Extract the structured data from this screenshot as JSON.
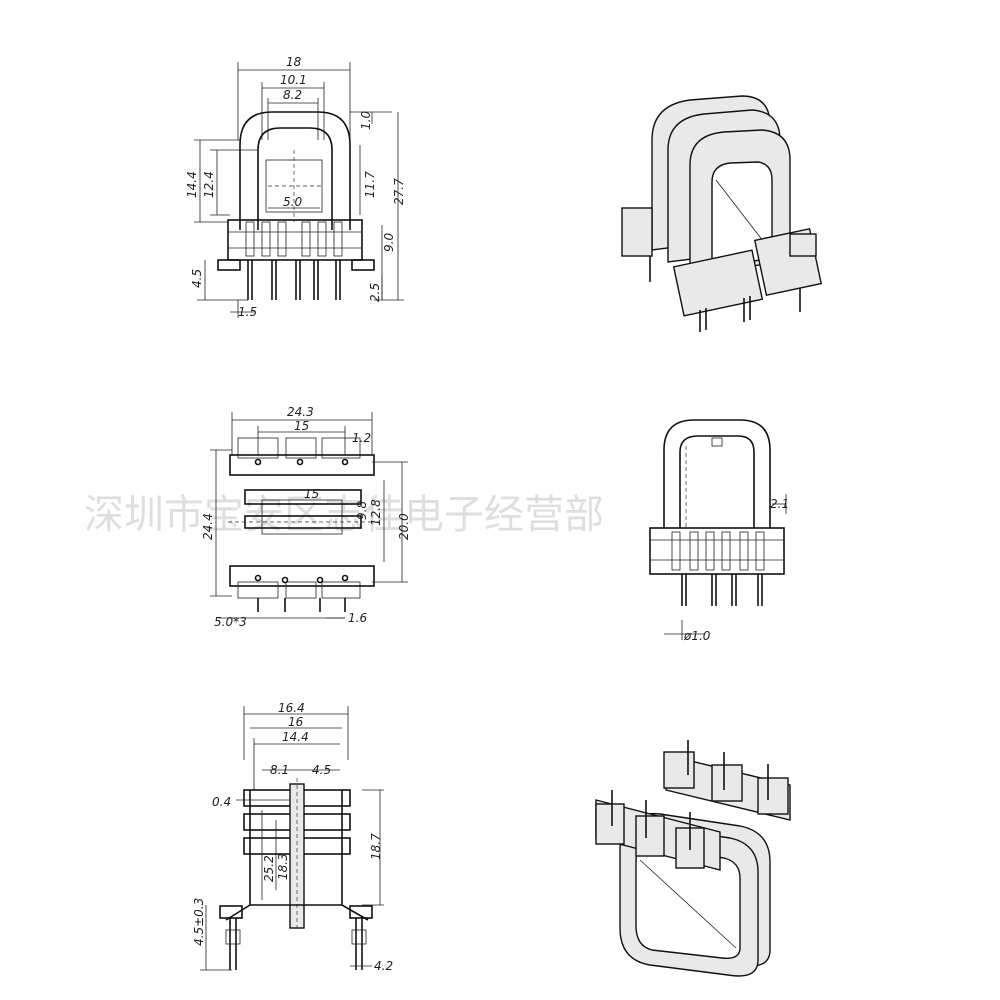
{
  "watermark": "深圳市宝安区志佳电子经营部",
  "view_front": {
    "width_18": "18",
    "width_10_1": "10.1",
    "width_8_2": "8.2",
    "top_1_0": "1.0",
    "h_14_4": "14.4",
    "h_12_4": "12.4",
    "h_11_7": "11.7",
    "h_27_7": "27.7",
    "w_5_0": "5.0",
    "h_9_0": "9.0",
    "h_4_5": "4.5",
    "h_2_5": "2.5",
    "w_1_5": "1.5"
  },
  "view_top": {
    "w_24_3": "24.3",
    "w_15": "15",
    "w_1_2": "1.2",
    "h_24_4": "24.4",
    "h_20_0": "20.0",
    "d_15": "15",
    "d_9_8": "9.8",
    "d_12_8": "12.8",
    "pitch": "5.0*3",
    "w_1_6": "1.6"
  },
  "view_side": {
    "d_2_1": "2.1",
    "phi_1_0": "ø1.0"
  },
  "view_bottom": {
    "w_16_4": "16.4",
    "w_16": "16",
    "w_14_4": "14.4",
    "w_8_1": "8.1",
    "w_4_5": "4.5",
    "t_0_4": "0.4",
    "h_18_7": "18.7",
    "h_25_2": "25.2",
    "h_18_3": "18.3",
    "h_4_5": "4.5±0.3",
    "w_4_2": "4.2"
  }
}
